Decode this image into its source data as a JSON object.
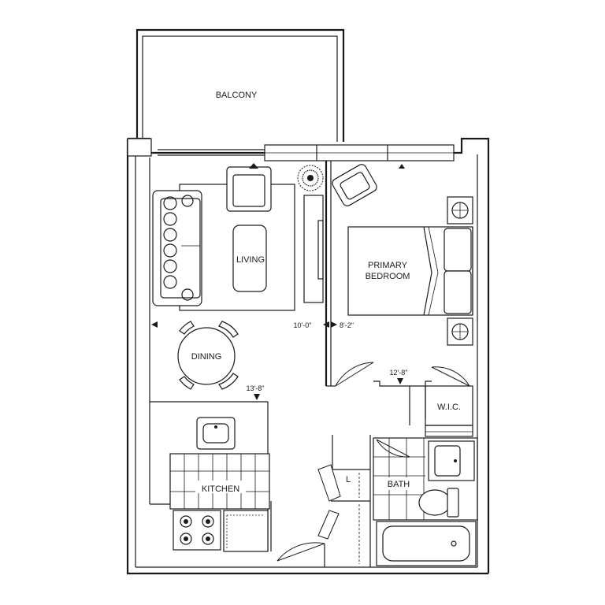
{
  "rooms": {
    "balcony": "BALCONY",
    "living": "LIVING",
    "dining": "DINING",
    "kitchen": "KITCHEN",
    "primary_bedroom_line1": "PRIMARY",
    "primary_bedroom_line2": "BEDROOM",
    "wic": "W.I.C.",
    "bath": "BATH",
    "linen": "L"
  },
  "dimensions": {
    "living_width": "10'-0\"",
    "bedroom_width": "8'-2\"",
    "bedroom_length": "12'-8\"",
    "living_length": "13'-8\""
  },
  "icons": [
    "sofa-icon",
    "armchair-icon",
    "coffee-table-icon",
    "plant-icon",
    "dining-table-icon",
    "bed-icon",
    "nightstand-icon",
    "sink-icon",
    "stove-icon",
    "toilet-icon",
    "bathtub-icon"
  ]
}
